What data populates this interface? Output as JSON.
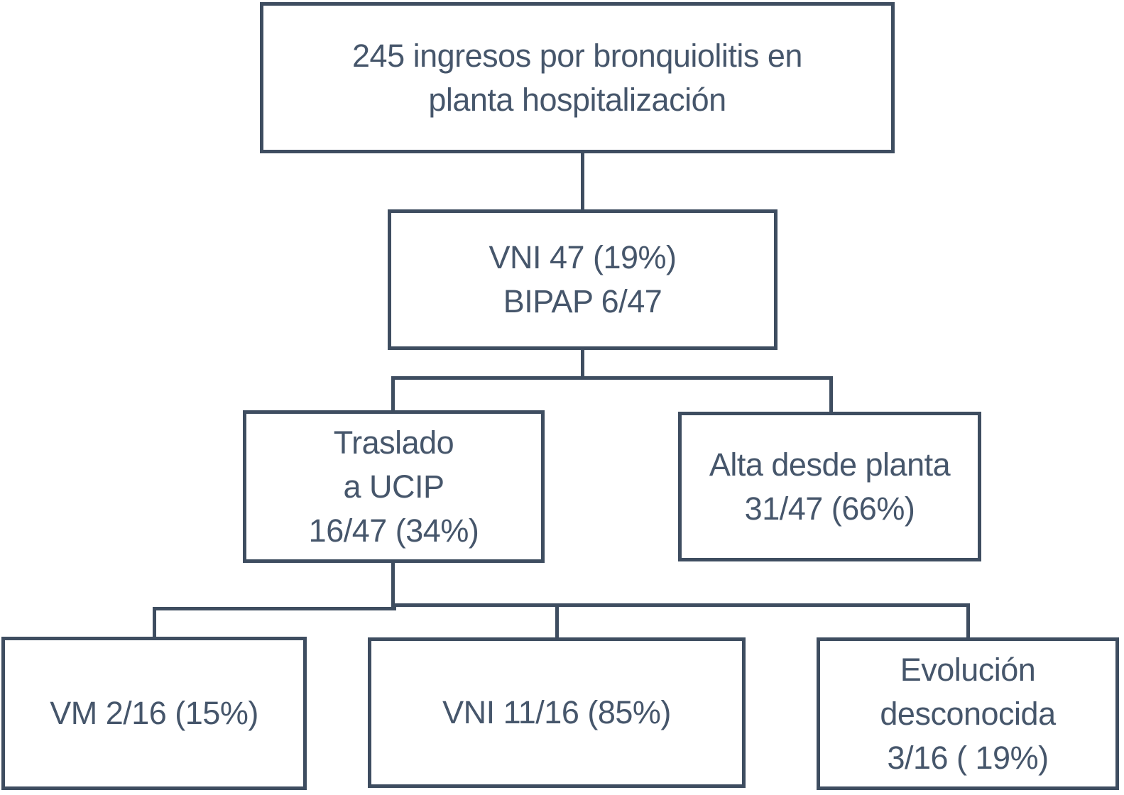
{
  "theme": {
    "line_color": "#3E4D60",
    "text_color": "#46566B",
    "background": "#FFFFFF",
    "box_fill": "#FFFFFF"
  },
  "nodes": {
    "admissions": {
      "lines": [
        "245 ingresos por bronquiolitis en",
        "planta hospitalización"
      ]
    },
    "vni_planta": {
      "lines": [
        "VNI 47 (19%)",
        "BIPAP 6/47"
      ]
    },
    "traslado_ucip": {
      "lines": [
        "Traslado",
        "a UCIP",
        "16/47 (34%)"
      ]
    },
    "alta_planta": {
      "lines": [
        "Alta desde planta",
        "31/47 (66%)"
      ]
    },
    "vm": {
      "lines": [
        "VM 2/16 (15%)"
      ]
    },
    "vni_ucip": {
      "lines": [
        "VNI 11/16 (85%)"
      ]
    },
    "evolucion_desconocida": {
      "lines": [
        "Evolución",
        "desconocida",
        "3/16 ( 19%)"
      ]
    }
  }
}
